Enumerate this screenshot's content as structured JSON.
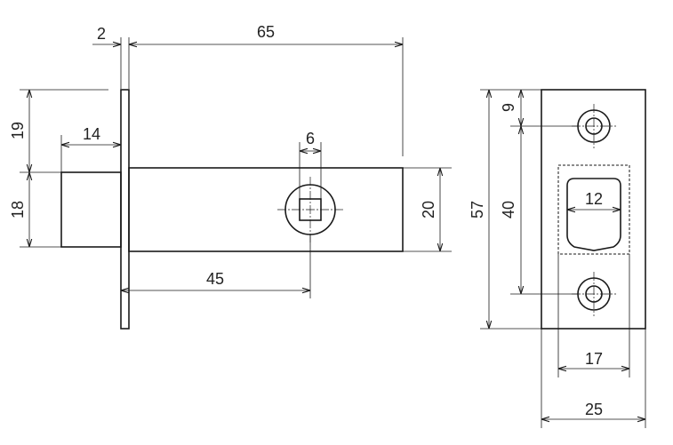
{
  "colors": {
    "line": "#1a1a1a",
    "text": "#222222",
    "background": "#ffffff"
  },
  "dimensions": {
    "plate_thickness": "2",
    "backset_total": "65",
    "upper_offset": "19",
    "body_length": "14",
    "spindle_square": "6",
    "lower_height": "18",
    "case_height": "20",
    "spindle_position": "45",
    "faceplate_height": "57",
    "screw_offset": "9",
    "screw_spacing": "40",
    "latch_opening": "12",
    "latch_width": "17",
    "faceplate_width": "25"
  }
}
